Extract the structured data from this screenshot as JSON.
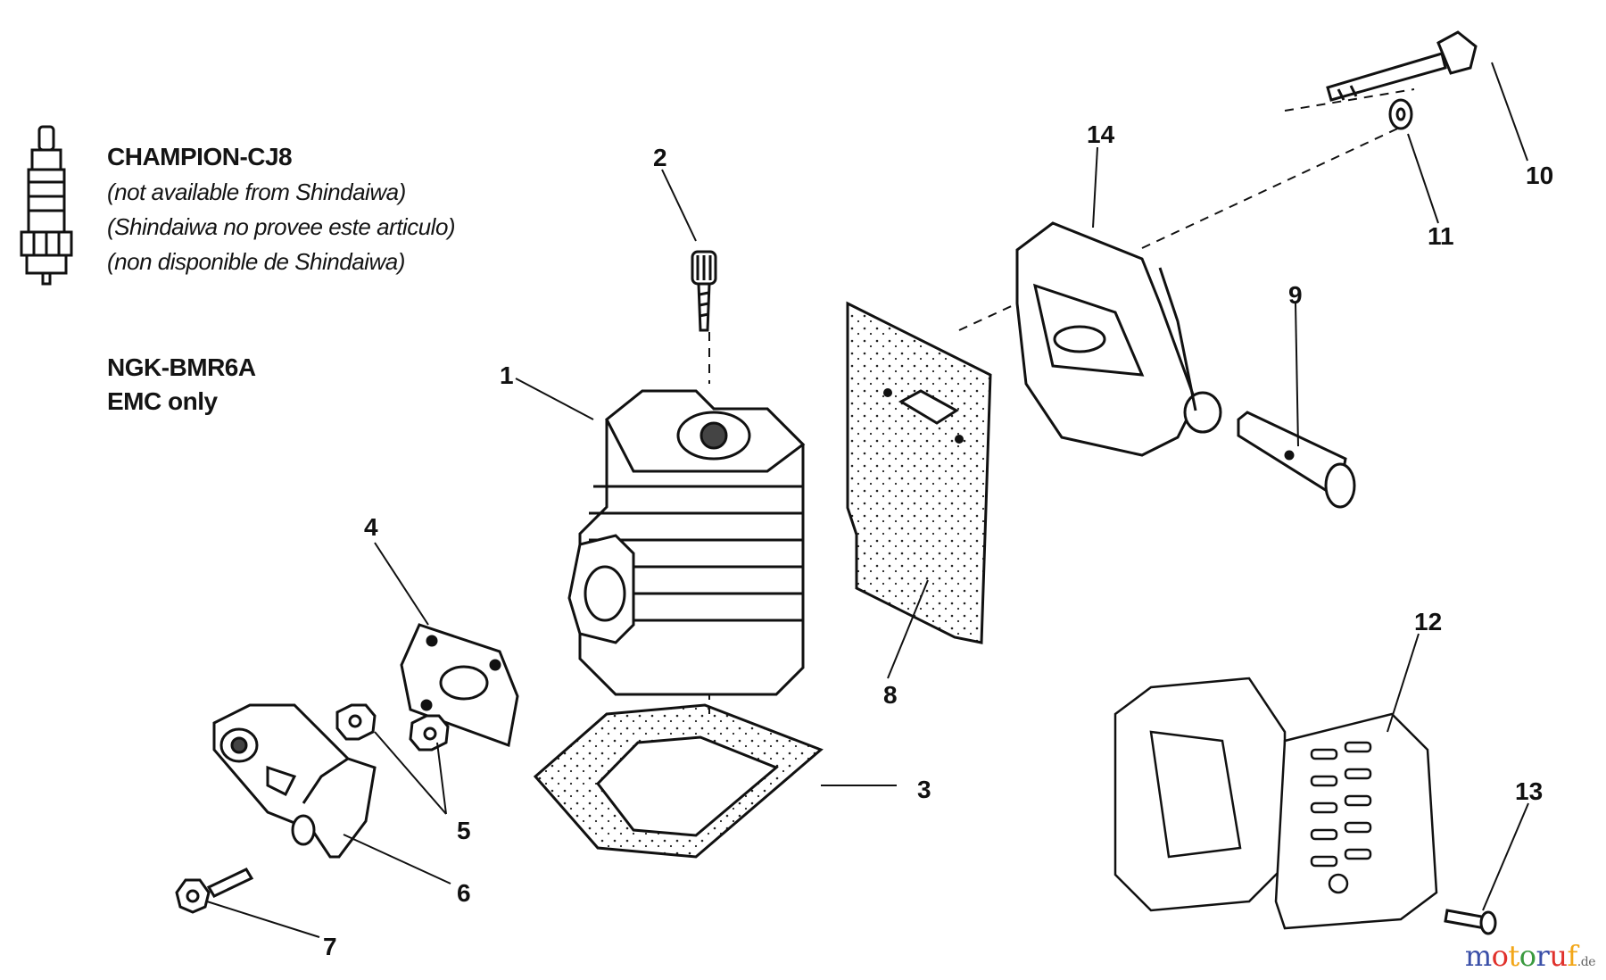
{
  "notes": {
    "champion_title": "CHAMPION-CJ8",
    "champion_lines": [
      "(not available from Shindaiwa)",
      "(Shindaiwa no provee este articulo)",
      "(non disponible de Shindaiwa)"
    ],
    "ngk_title": "NGK-BMR6A",
    "ngk_note": "EMC only"
  },
  "callouts": [
    "1",
    "2",
    "3",
    "4",
    "5",
    "6",
    "7",
    "8",
    "9",
    "10",
    "11",
    "12",
    "13",
    "14"
  ],
  "watermark": {
    "letters": [
      "m",
      "o",
      "t",
      "o",
      "r",
      "u",
      "f"
    ],
    "colors": [
      "#3a4fa8",
      "#e0312b",
      "#f2a618",
      "#3a9a3f",
      "#3a4fa8",
      "#e0312b",
      "#f2a618"
    ],
    "suffix": ".de"
  }
}
